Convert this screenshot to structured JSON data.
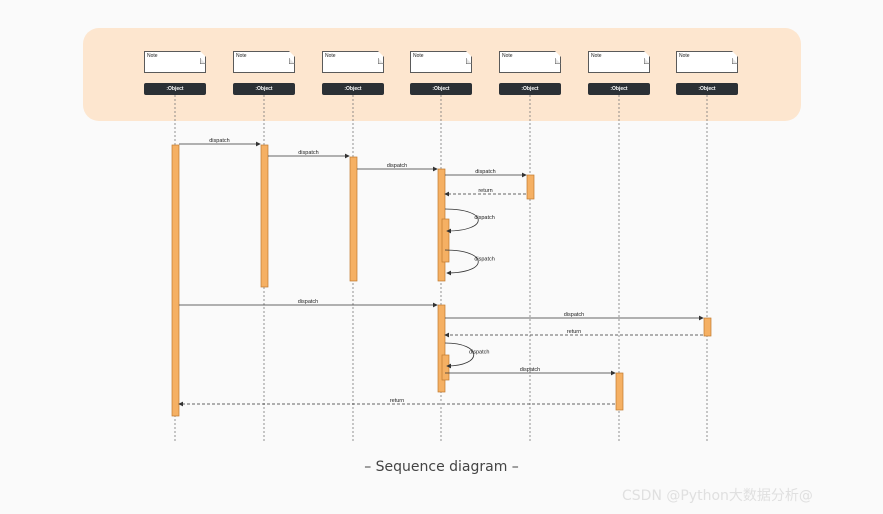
{
  "lifelines": [
    {
      "note": "Note",
      "label": ":Object"
    },
    {
      "note": "Note",
      "label": ":Object"
    },
    {
      "note": "Note",
      "label": ":Object"
    },
    {
      "note": "Note",
      "label": ":Object"
    },
    {
      "note": "Note",
      "label": ":Object"
    },
    {
      "note": "Note",
      "label": ":Object"
    },
    {
      "note": "Note",
      "label": ":Object"
    }
  ],
  "messages": [
    {
      "from": 0,
      "to": 1,
      "label": "dispatch",
      "kind": "call"
    },
    {
      "from": 1,
      "to": 2,
      "label": "dispatch",
      "kind": "call"
    },
    {
      "from": 2,
      "to": 3,
      "label": "dispatch",
      "kind": "call"
    },
    {
      "from": 3,
      "to": 4,
      "label": "dispatch",
      "kind": "call"
    },
    {
      "from": 4,
      "to": 3,
      "label": "return",
      "kind": "return"
    },
    {
      "from": 3,
      "to": 3,
      "label": "dispatch",
      "kind": "self"
    },
    {
      "from": 3,
      "to": 3,
      "label": "dispatch",
      "kind": "self"
    },
    {
      "from": 0,
      "to": 3,
      "label": "dispatch",
      "kind": "call"
    },
    {
      "from": 3,
      "to": 6,
      "label": "dispatch",
      "kind": "call"
    },
    {
      "from": 6,
      "to": 3,
      "label": "return",
      "kind": "return"
    },
    {
      "from": 3,
      "to": 3,
      "label": "dispatch",
      "kind": "self"
    },
    {
      "from": 3,
      "to": 5,
      "label": "dispatch",
      "kind": "call"
    },
    {
      "from": 5,
      "to": 0,
      "label": "return",
      "kind": "return"
    }
  ],
  "caption": "– Sequence diagram –",
  "watermark": "CSDN @Python大数据分析@",
  "colors": {
    "band": "#fde6cf",
    "activation": "#f5b063",
    "activation_border": "#c07a2e",
    "object_box": "#2b3035",
    "line": "#333333"
  }
}
